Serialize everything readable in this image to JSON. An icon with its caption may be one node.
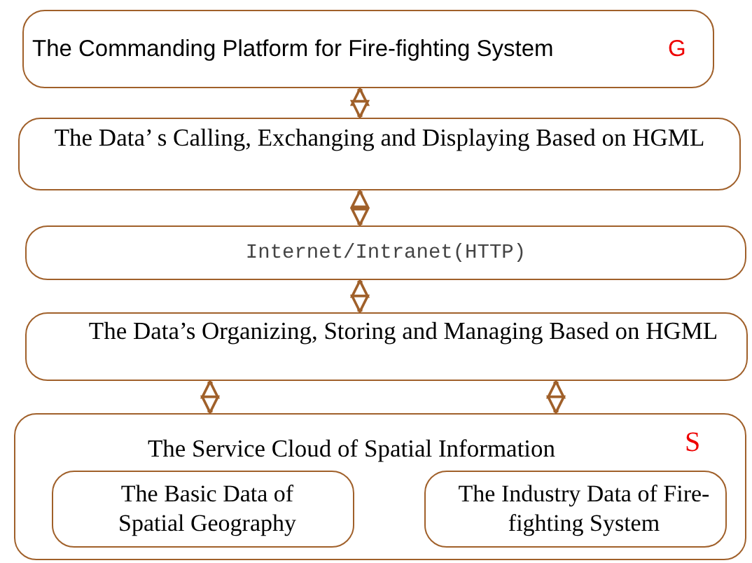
{
  "diagram": {
    "nodes": [
      {
        "text": [
          "The Commanding Platform for Fire-fighting System",
          "G"
        ]
      },
      {
        "text": [
          "The Data’ s Calling, Exchanging and Displaying Based on HGML"
        ]
      },
      {
        "text": [
          "Internet/Intranet(HTTP)"
        ]
      },
      {
        "text": [
          "The Data’s Organizing, Storing and Managing Based on HGML"
        ]
      },
      {
        "text": [
          "The Service Cloud of Spatial Information",
          "S"
        ]
      },
      {
        "text": [
          "The Basic Data of Spatial Geography"
        ],
        "in": 4
      },
      {
        "text": [
          "The Industry Data of Fire-fighting System"
        ],
        "in": 4
      }
    ],
    "edges": [
      {
        "from": 0,
        "to": 1,
        "arrow": "both"
      },
      {
        "from": 1,
        "to": 2,
        "arrow": "both"
      },
      {
        "from": 2,
        "to": 3,
        "arrow": "both"
      },
      {
        "from": 3,
        "to": 4,
        "arrow": "both"
      },
      {
        "from": 3,
        "to": 4,
        "arrow": "both"
      }
    ]
  }
}
